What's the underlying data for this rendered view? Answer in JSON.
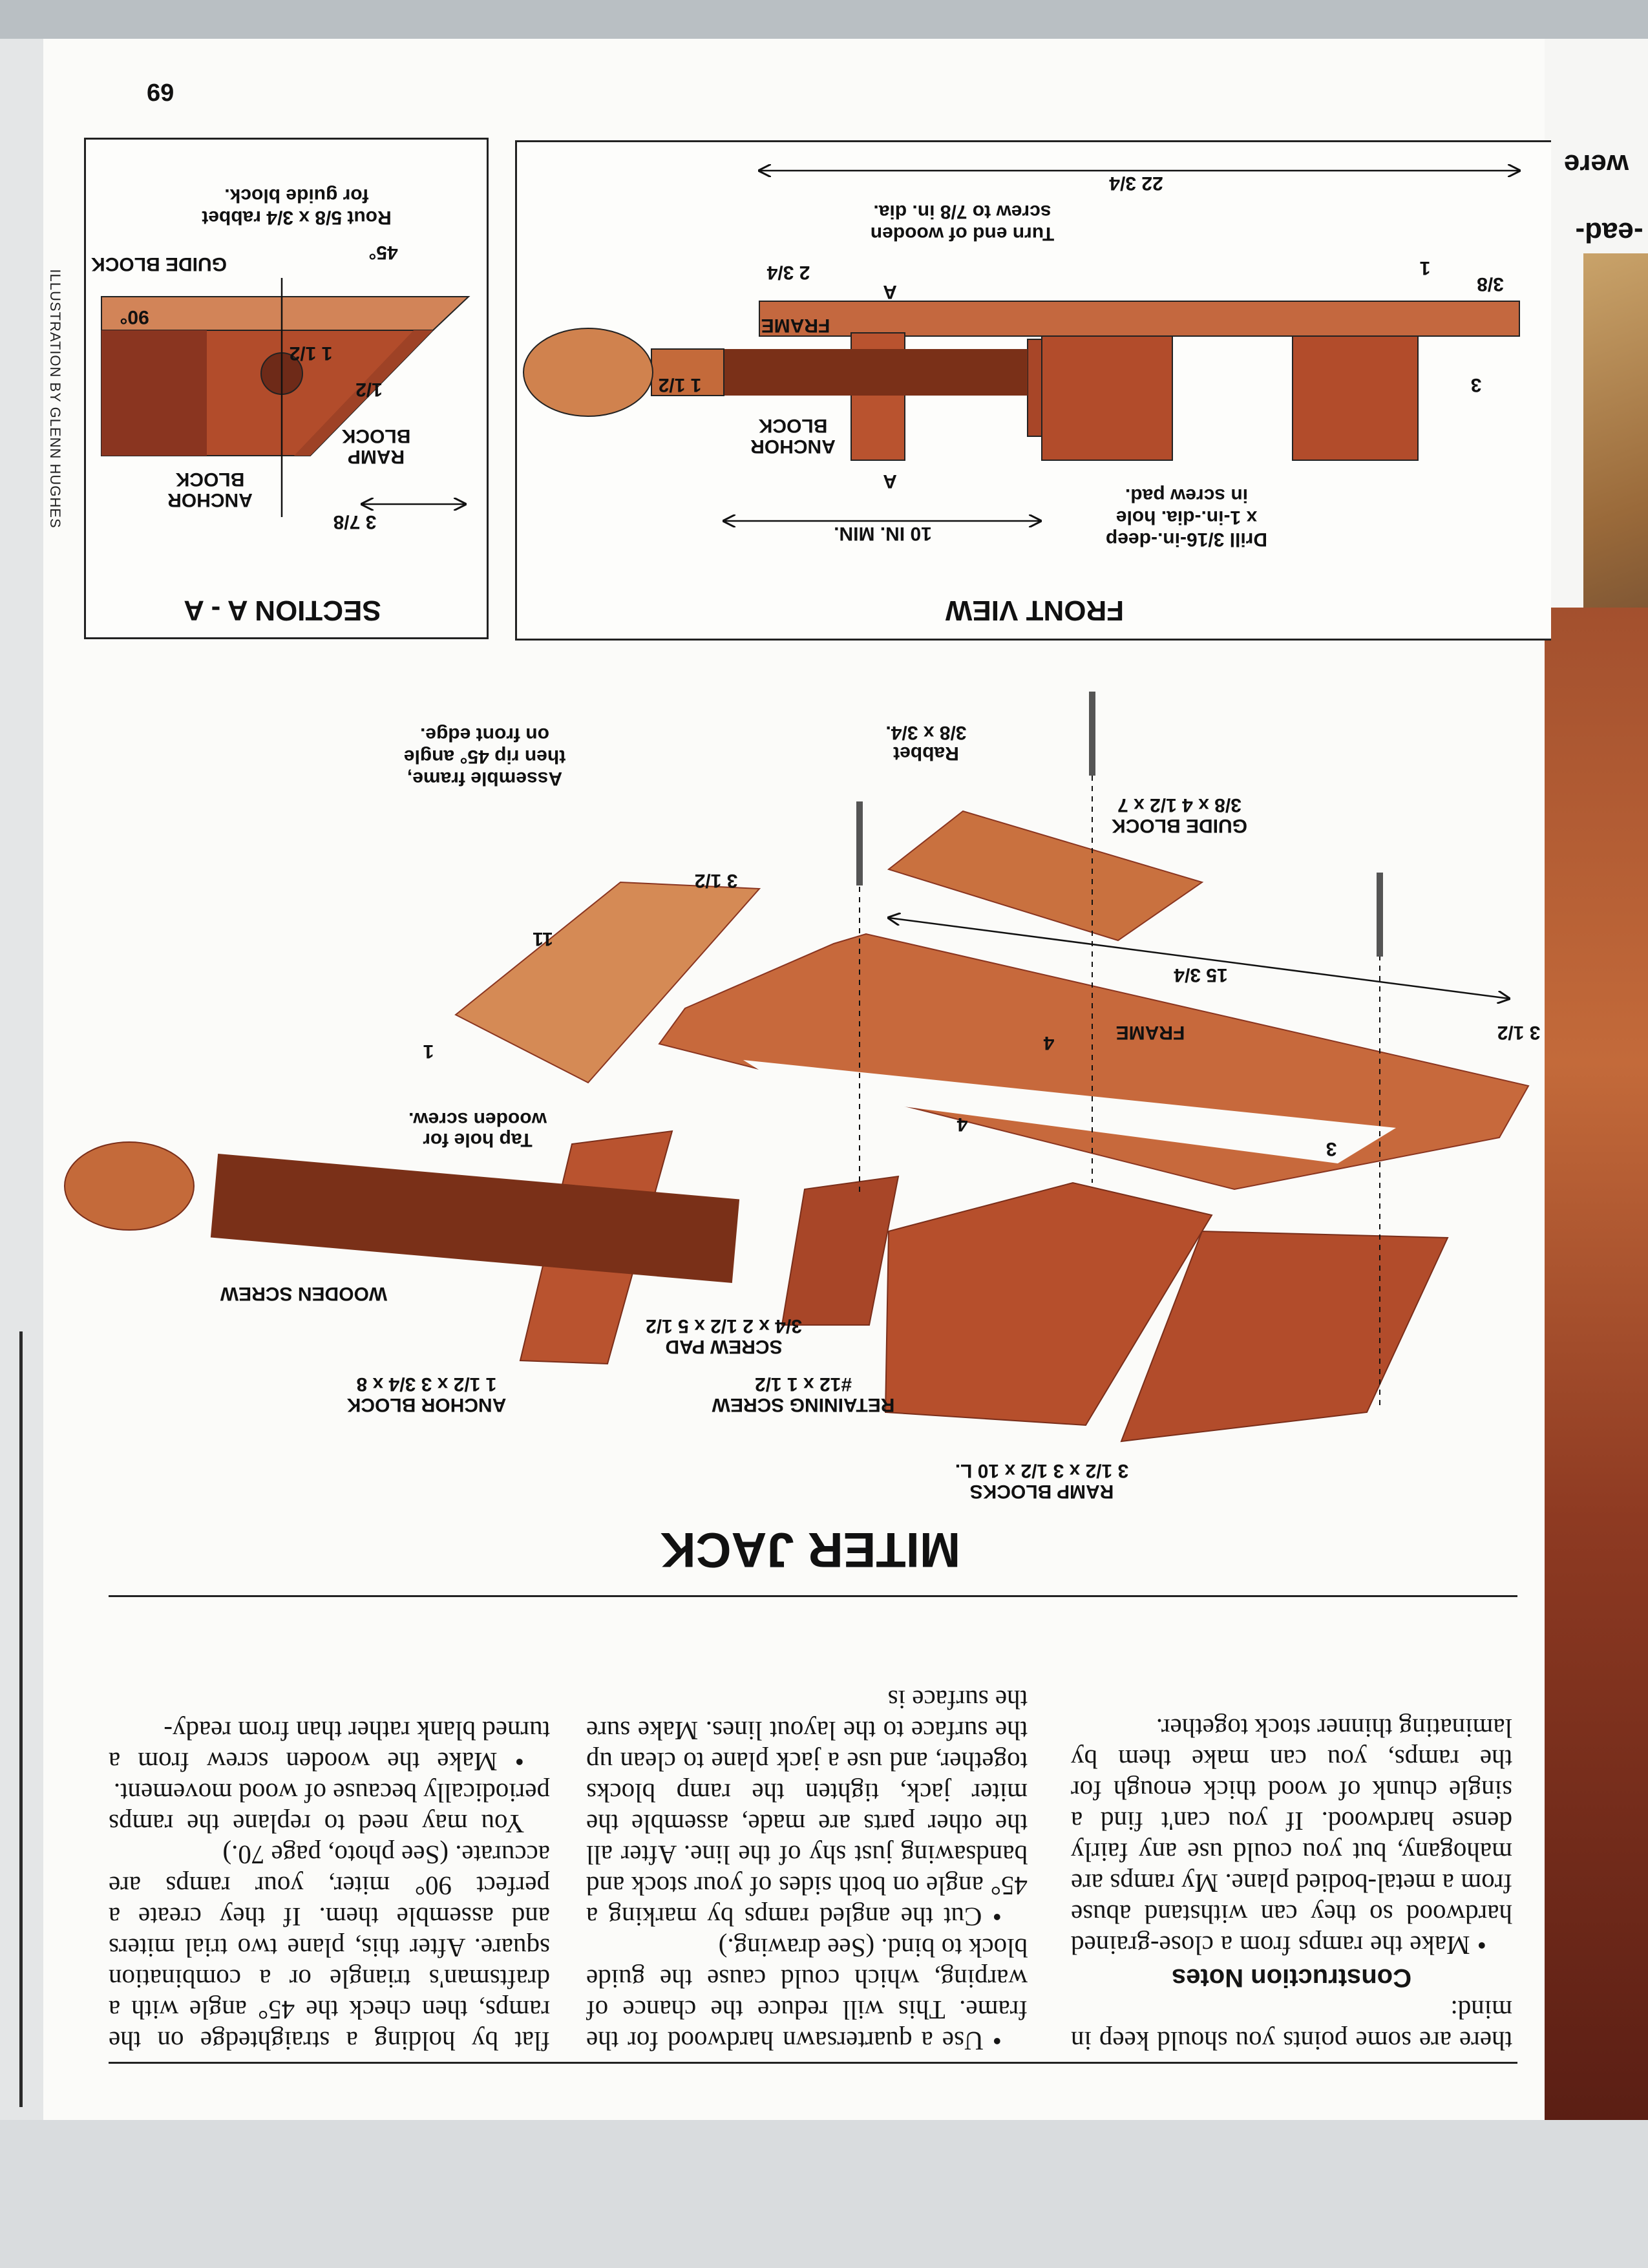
{
  "page_number": "69",
  "credit": "ILLUSTRATION BY GLENN HUGHES",
  "right_page_fragments": [
    "were",
    "-ead-"
  ],
  "section_view": {
    "title": "SECTION A - A",
    "rabbet_note": [
      "Rout 5/8 x 3/4 rabbet",
      "for guide block."
    ],
    "angle_45": "45°",
    "angle_90": "90°",
    "guide_block": "GUIDE BLOCK",
    "ramp_block": [
      "RAMP",
      "BLOCK"
    ],
    "anchor_block": [
      "ANCHOR",
      "BLOCK"
    ],
    "dim_1_1_2": "1 1/2",
    "dim_1_2": "1/2",
    "dim_3_7_8": "3 7/8"
  },
  "front_view": {
    "title": "FRONT VIEW",
    "overall": "22 3/4",
    "turn_note": [
      "Turn end of wooden",
      "screw to 7/8 in. dia."
    ],
    "dim_2_3_4": "2 3/4",
    "dim_1": "1",
    "dim_3_8": "3/8",
    "dim_3": "3",
    "dim_1_1_2": "1 1/2",
    "section_mark": "A",
    "frame": "FRAME",
    "anchor_block": [
      "ANCHOR",
      "BLOCK"
    ],
    "drill_note": [
      "Drill 3/16-in.-deep",
      "x 1-in.-dia. hole",
      "in screw pad."
    ],
    "min_length": "10 IN. MIN."
  },
  "exploded_view": {
    "assemble_note": [
      "Assemble frame,",
      "then rip 45° angle",
      "on front edge."
    ],
    "rabbet": [
      "Rabbet",
      "3/8 x 3/4."
    ],
    "guide_block": [
      "GUIDE BLOCK",
      "3/8 x 4 1/2 x 7"
    ],
    "dim_11": "11",
    "dim_3_1_2_a": "3 1/2",
    "dim_15_3_4": "15 3/4",
    "frame": "FRAME",
    "dim_3_1_2_b": "3 1/2",
    "dim_1": "1",
    "dim_4_a": "4",
    "dim_4_b": "4",
    "dim_3": "3",
    "tap_note": [
      "Tap hole for",
      "wooden screw."
    ],
    "wooden_screw": "WOODEN SCREW",
    "screw_pad": [
      "SCREW PAD",
      "3/4 x 2 1/2 x 5 1/2"
    ],
    "retaining_screw": [
      "RETAINING SCREW",
      "#12 x 1 1/2"
    ],
    "anchor_block": [
      "ANCHOR BLOCK",
      "1 1/2 x 3 3/4 x 8"
    ],
    "ramp_blocks": [
      "RAMP BLOCKS",
      "3 1/2 x 3 1/2 x 10 L."
    ]
  },
  "article": {
    "title": "MITER JACK",
    "col1": {
      "intro": "there are some points you should keep in mind:",
      "heading": "Construction Notes",
      "p1": "• Make the ramps from a close-grained hardwood so they can withstand abuse from a metal-bodied plane. My ramps are mahogany, but you could use any fairly dense hardwood. If you can't find a single chunk of wood thick enough for the ramps, you can make them by laminating thinner stock together."
    },
    "col2": {
      "p1": "• Use a quartersawn hardwood for the frame. This will reduce the chance of warping, which could cause the guide block to bind. (See drawing.)",
      "p2": "• Cut the angled ramps by marking a 45° angle on both sides of your stock and bandsawing just shy of the line. After all the other parts are made, assemble the miter jack, tighten the ramp blocks together, and use a jack plane to clean up the surface to the layout lines. Make sure the surface is"
    },
    "col3": {
      "p1": "flat by holding a straightedge on the ramps, then check the 45° angle with a draftsman's triangle or a combination square. After this, plane two trial miters and assemble them. If they create a perfect 90° miter, your ramps are accurate. (See photo, page 70.)",
      "p2": "You may need to replane the ramps periodically because of wood movement.",
      "p3": "• Make the wooden screw from a turned blank rather than from ready-"
    }
  },
  "colors": {
    "wood": "#b9532f",
    "wood_dark": "#8a3520",
    "wood_light": "#d98a55",
    "ink": "#111111"
  }
}
